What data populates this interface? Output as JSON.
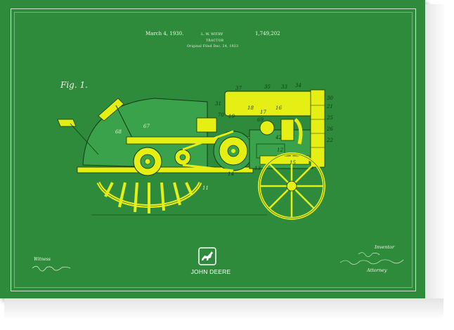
{
  "patent": {
    "date": "March 4, 1930.",
    "inventor_name": "L. W. WITRY",
    "number": "1,749,202",
    "title": "TRACTOR",
    "filed": "Original Filed Dec. 24, 1923"
  },
  "figure_label": "Fig. 1.",
  "signatures": {
    "witness_label": "Witness",
    "inventor_label": "Inventor",
    "attorney_label": "Attorney"
  },
  "brand": {
    "name": "JOHN DEERE"
  },
  "colors": {
    "background": "#2e8b3c",
    "machine_fill": "#e6ef14",
    "machine_body": "#3aa24a",
    "line": "#0f3a17"
  },
  "callouts": [
    "37",
    "35",
    "33",
    "34",
    "31",
    "30",
    "21",
    "25",
    "26",
    "22",
    "18",
    "17",
    "16",
    "70",
    "67",
    "68",
    "19",
    "69",
    "42",
    "11",
    "14",
    "13",
    "12",
    "15"
  ]
}
